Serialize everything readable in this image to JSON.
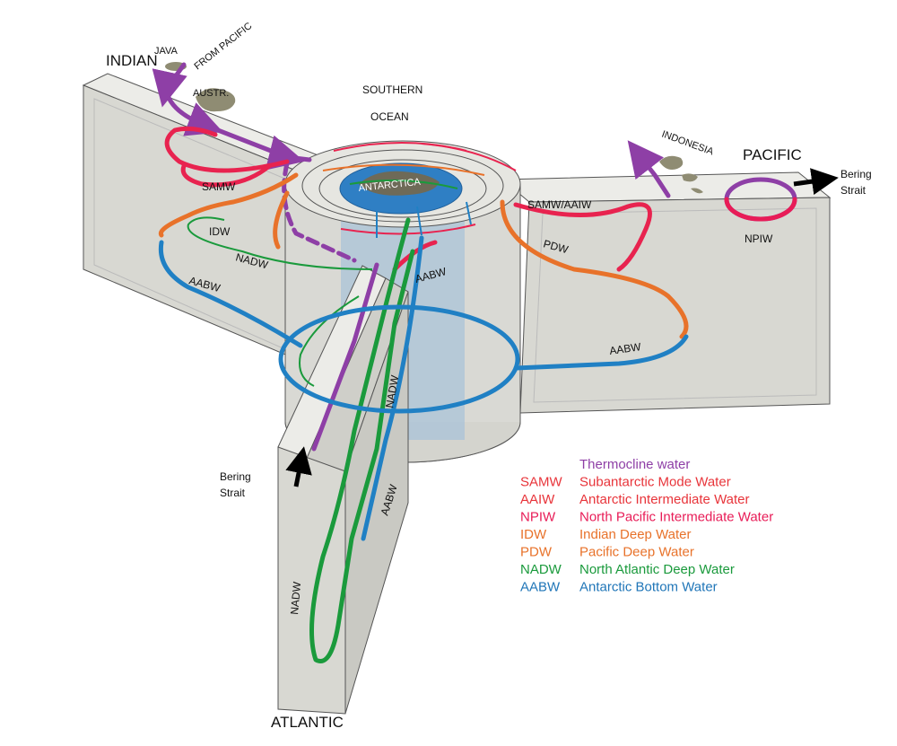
{
  "basins": {
    "indian": "INDIAN",
    "pacific": "PACIFIC",
    "atlantic": "ATLANTIC",
    "southern_ocean_line1": "SOUTHERN",
    "southern_ocean_line2": "OCEAN"
  },
  "land": {
    "java": "JAVA",
    "australia": "AUSTR.",
    "indonesia": "INDONESIA",
    "antarctica": "ANTARCTICA"
  },
  "annotations": {
    "from_pacific": "FROM PACIFIC",
    "bering_strait_pacific_line1": "Bering",
    "bering_strait_pacific_line2": "Strait",
    "bering_strait_atlantic_line1": "Bering",
    "bering_strait_atlantic_line2": "Strait"
  },
  "flow_labels": {
    "indian_samw": "SAMW",
    "indian_idw": "IDW",
    "indian_nadw": "NADW",
    "indian_aabw": "AABW",
    "pacific_samw_aaiw": "SAMW/AAIW",
    "pacific_pdw": "PDW",
    "pacific_npiw": "NPIW",
    "pacific_aabw": "AABW",
    "southern_aabw": "AABW",
    "southern_nadw": "NADW",
    "atlantic_aabw": "AABW",
    "atlantic_nadw": "NADW"
  },
  "legend": [
    {
      "abbr": "",
      "name": "Thermocline water",
      "color": "#8e3fa6"
    },
    {
      "abbr": "SAMW",
      "name": "Subantarctic Mode Water",
      "color": "#e8343a"
    },
    {
      "abbr": "AAIW",
      "name": "Antarctic Intermediate Water",
      "color": "#e8343a"
    },
    {
      "abbr": "NPIW",
      "name": "North Pacific Intermediate Water",
      "color": "#e81c57"
    },
    {
      "abbr": "IDW",
      "name": "Indian Deep Water",
      "color": "#e8722a"
    },
    {
      "abbr": "PDW",
      "name": "Pacific Deep Water",
      "color": "#e8722a"
    },
    {
      "abbr": "NADW",
      "name": "North Atlantic Deep Water",
      "color": "#1a9a3c"
    },
    {
      "abbr": "AABW",
      "name": "Antarctic Bottom Water",
      "color": "#2076b8"
    }
  ],
  "colors": {
    "thermocline": "#8e3fa6",
    "intermediate": "#e8234f",
    "deep": "#e8722a",
    "nadw": "#1a9a3c",
    "aabw": "#2080c4",
    "basin_face": "#d9d9d4",
    "basin_top": "#e4e4df",
    "land": "#8f8c73",
    "antarctica": "#2f7fc4"
  }
}
